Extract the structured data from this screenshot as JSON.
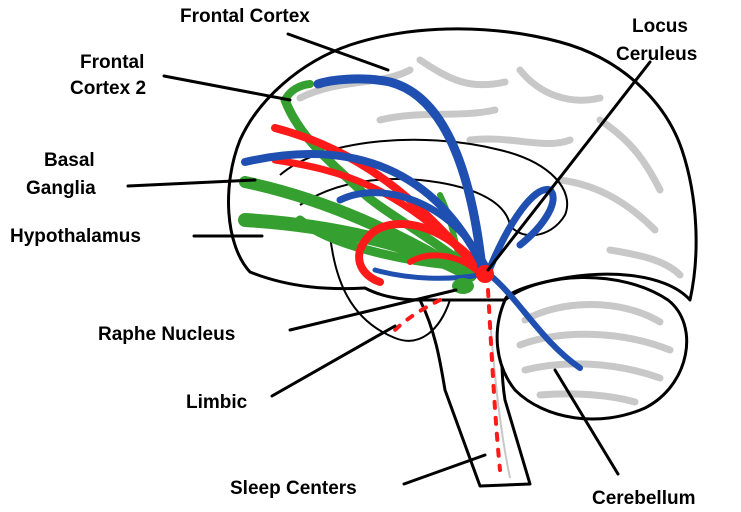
{
  "colors": {
    "serotonin_pathway": "#ff1a1a",
    "norepinephrine_pathway": "#1f4fb0",
    "dopamine_pathway": "#35a02f",
    "outline": "#000000",
    "sulci": "#c8c8c8"
  },
  "labels": {
    "frontal_cortex": "Frontal Cortex",
    "frontal_cortex_2_line1": "Frontal",
    "frontal_cortex_2_line2": "Cortex 2",
    "basal_ganglia_line1": "Basal",
    "basal_ganglia_line2": "Ganglia",
    "hypothalamus": "Hypothalamus",
    "raphe_nucleus": "Raphe Nucleus",
    "limbic": "Limbic",
    "sleep_centers": "Sleep Centers",
    "locus_ceruleus_line1": "Locus",
    "locus_ceruleus_line2": "Ceruleus",
    "cerebellum": "Cerebellum"
  }
}
